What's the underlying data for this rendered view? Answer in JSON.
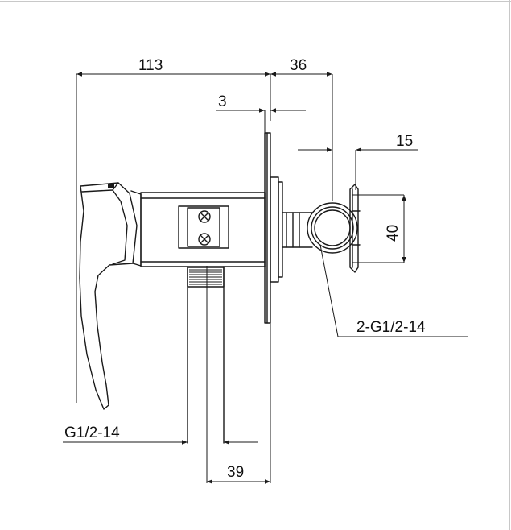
{
  "drawing": {
    "dimensions": {
      "overall_length": "113",
      "wall_depth": "36",
      "plate_thickness": "3",
      "bracket_offset": "15",
      "bracket_height": "40",
      "inlet_spacing": "39"
    },
    "thread_labels": {
      "outlet_thread": "2-G1/2-14",
      "inlet_thread": "G1/2-14"
    }
  }
}
